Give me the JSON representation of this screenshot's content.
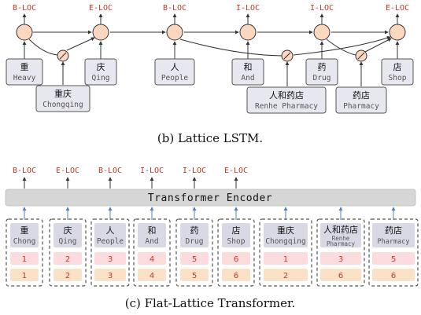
{
  "lattice": {
    "caption": "(b)  Lattice LSTM.",
    "tags": [
      "B-LOC",
      "E-LOC",
      "B-LOC",
      "I-LOC",
      "I-LOC",
      "E-LOC"
    ],
    "chars": [
      {
        "zh": "重",
        "en": "Heavy"
      },
      {
        "zh": "庆",
        "en": "Qing"
      },
      {
        "zh": "人",
        "en": "People"
      },
      {
        "zh": "和",
        "en": "And"
      },
      {
        "zh": "药",
        "en": "Drug"
      },
      {
        "zh": "店",
        "en": "Shop"
      }
    ],
    "words": [
      {
        "zh": "重庆",
        "en": "Chongqing"
      },
      {
        "zh": "人和药店",
        "en": "Renhe Pharmacy"
      },
      {
        "zh": "药店",
        "en": "Pharmacy"
      }
    ]
  },
  "flat": {
    "caption": "(c)  Flat-Lattice Transformer.",
    "encoder_label": "Transformer Encoder",
    "tags": [
      "B-LOC",
      "E-LOC",
      "B-LOC",
      "I-LOC",
      "I-LOC",
      "E-LOC"
    ],
    "tokens": [
      {
        "zh": "重",
        "en": "Chong",
        "head": "1",
        "tail": "1"
      },
      {
        "zh": "庆",
        "en": "Qing",
        "head": "2",
        "tail": "2"
      },
      {
        "zh": "人",
        "en": "People",
        "head": "3",
        "tail": "3"
      },
      {
        "zh": "和",
        "en": "And",
        "head": "4",
        "tail": "4"
      },
      {
        "zh": "药",
        "en": "Drug",
        "head": "5",
        "tail": "5"
      },
      {
        "zh": "店",
        "en": "Shop",
        "head": "6",
        "tail": "6"
      },
      {
        "zh": "重庆",
        "en": "Chongqing",
        "head": "1",
        "tail": "2"
      },
      {
        "zh": "人和药店",
        "en": "Renhe Pharmacy",
        "head": "3",
        "tail": "6"
      },
      {
        "zh": "药店",
        "en": "Pharmacy",
        "head": "5",
        "tail": "6"
      }
    ]
  }
}
